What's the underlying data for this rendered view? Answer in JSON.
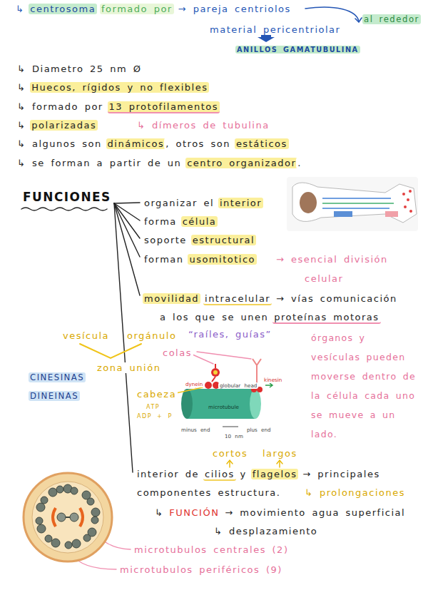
{
  "diagram": {
    "labels": [
      "↳",
      "centrosoma",
      "formado por",
      "→ pareja centriolos",
      "material pericentriolar",
      "al rededor",
      "ANILLOS GAMATUBULINA",
      "↳ Diametro 25 nm Ø",
      "↳",
      "Huecos, rígidos y no flexibles",
      "↳ formado por",
      "13 protofilamentos",
      "↳",
      "polarizadas",
      "↳ dímeros de tubulina",
      "↳ algunos son",
      "dinámicos",
      ", otros son",
      "estáticos",
      "↳ se forman a partir de un",
      "centro organizador",
      ".",
      "FUNCIONES",
      "organizar el",
      "interior",
      "forma",
      "célula",
      "soporte",
      "estructural",
      "forman",
      "usomitotico",
      "→ esencial división",
      "celular",
      "movilidad",
      "intracelular",
      "→ vías comunicación",
      "a los que se unen",
      "proteínas motoras",
      "vesícula",
      "orgánulo",
      "“raíles, guías”",
      "órganos y vesículas pueden moverse dentro de la célula cada uno se mueve a un lado.",
      "colas",
      "zona unión",
      "CINESINAS",
      "DINEINAS",
      "cabeza",
      "ATP",
      "ADP + P",
      "dynein",
      "kinesin",
      "globular head",
      "microtubule",
      "minus end",
      "10 nm",
      "plus end",
      "cortos",
      "largos",
      "interior de",
      "cilios",
      "y",
      "flagelos",
      "→ principales",
      "componentes estructura.",
      "↳ prolongaciones",
      "↳",
      "FUNCIÓN",
      "→ movimiento agua superficial",
      "↳ desplazamiento",
      "microtubulos centrales (2)",
      "microtubulos periféricos (9)"
    ]
  }
}
